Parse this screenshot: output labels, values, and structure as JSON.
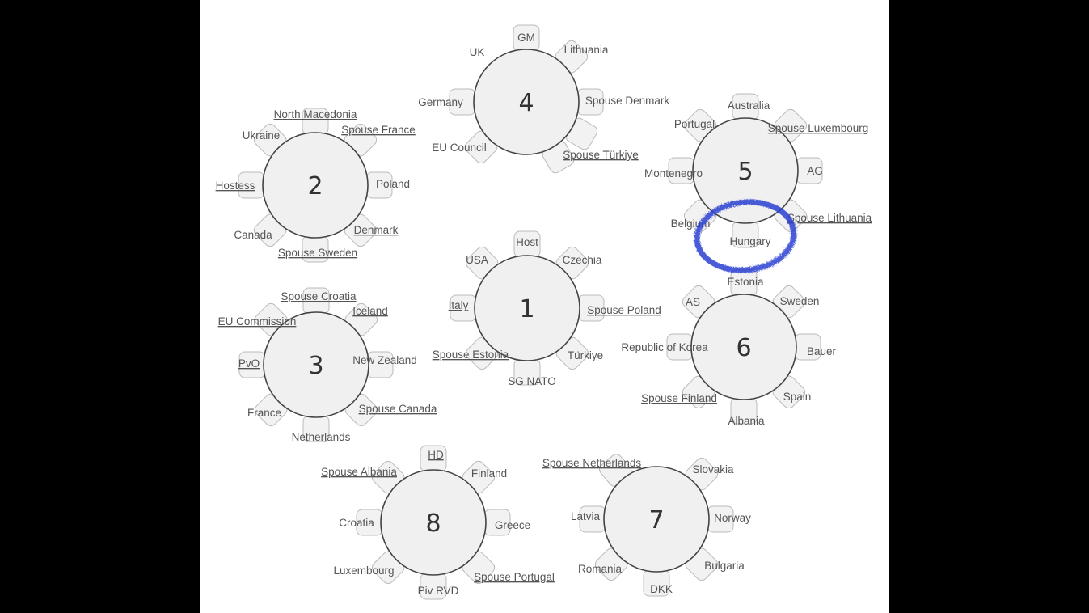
{
  "highlight": {
    "color": "#2b3fd1",
    "marks_seat": "Hungary"
  },
  "colors": {
    "table_fill": "#f0f0f0",
    "table_stroke": "#444444",
    "chair_fill": "#f2f2f2",
    "chair_stroke": "#bbbbbb",
    "label": "#555555"
  },
  "tables": [
    {
      "number": "1",
      "seats": [
        {
          "name": "Host",
          "underlined": false
        },
        {
          "name": "Czechia",
          "underlined": false
        },
        {
          "name": "Spouse Poland",
          "underlined": true
        },
        {
          "name": "Türkiye",
          "underlined": false
        },
        {
          "name": "SG NATO",
          "underlined": false
        },
        {
          "name": "Spouse Estonia",
          "underlined": true
        },
        {
          "name": "Italy",
          "underlined": true
        },
        {
          "name": "USA",
          "underlined": false
        }
      ]
    },
    {
      "number": "2",
      "seats": [
        {
          "name": "North Macedonia",
          "underlined": true
        },
        {
          "name": "Spouse France",
          "underlined": true
        },
        {
          "name": "Poland",
          "underlined": false
        },
        {
          "name": "Denmark",
          "underlined": true
        },
        {
          "name": "Spouse Sweden",
          "underlined": true
        },
        {
          "name": "Canada",
          "underlined": false
        },
        {
          "name": "Hostess",
          "underlined": true
        },
        {
          "name": "Ukraine",
          "underlined": false
        }
      ]
    },
    {
      "number": "3",
      "seats": [
        {
          "name": "Spouse Croatia",
          "underlined": true
        },
        {
          "name": "Iceland",
          "underlined": true
        },
        {
          "name": "New Zealand",
          "underlined": false
        },
        {
          "name": "Spouse Canada",
          "underlined": true
        },
        {
          "name": "Netherlands",
          "underlined": false
        },
        {
          "name": "France",
          "underlined": false
        },
        {
          "name": "PvO",
          "underlined": true
        },
        {
          "name": "EU Commission",
          "underlined": true
        }
      ]
    },
    {
      "number": "4",
      "seats": [
        {
          "name": "GM",
          "underlined": false
        },
        {
          "name": "Lithuania",
          "underlined": false
        },
        {
          "name": "Spouse Denmark",
          "underlined": false
        },
        {
          "name": "Spouse Türkiye",
          "underlined": true
        },
        {
          "name": "EU Council",
          "underlined": false
        },
        {
          "name": "Germany",
          "underlined": false
        },
        {
          "name": "UK",
          "underlined": false
        }
      ]
    },
    {
      "number": "5",
      "seats": [
        {
          "name": "Australia",
          "underlined": false
        },
        {
          "name": "Spouse Luxembourg",
          "underlined": true
        },
        {
          "name": "AG",
          "underlined": false
        },
        {
          "name": "Spouse Lithuania",
          "underlined": true
        },
        {
          "name": "Hungary",
          "underlined": false
        },
        {
          "name": "Belgium",
          "underlined": false
        },
        {
          "name": "Montenegro",
          "underlined": false
        },
        {
          "name": "Portugal",
          "underlined": false
        }
      ]
    },
    {
      "number": "6",
      "seats": [
        {
          "name": "Estonia",
          "underlined": false
        },
        {
          "name": "Sweden",
          "underlined": false
        },
        {
          "name": "Bauer",
          "underlined": false
        },
        {
          "name": "Spain",
          "underlined": false
        },
        {
          "name": "Albania",
          "underlined": false
        },
        {
          "name": "Spouse Finland",
          "underlined": true
        },
        {
          "name": "Republic of Korea",
          "underlined": false
        },
        {
          "name": "AS",
          "underlined": false
        }
      ]
    },
    {
      "number": "7",
      "seats": [
        {
          "name": "Spouse Netherlands",
          "underlined": true
        },
        {
          "name": "Slovakia",
          "underlined": false
        },
        {
          "name": "Norway",
          "underlined": false
        },
        {
          "name": "Bulgaria",
          "underlined": false
        },
        {
          "name": "DKK",
          "underlined": false
        },
        {
          "name": "Romania",
          "underlined": false
        },
        {
          "name": "Latvia",
          "underlined": false
        }
      ]
    },
    {
      "number": "8",
      "seats": [
        {
          "name": "HD",
          "underlined": true
        },
        {
          "name": "Finland",
          "underlined": false
        },
        {
          "name": "Greece",
          "underlined": false
        },
        {
          "name": "Spouse Portugal",
          "underlined": true
        },
        {
          "name": "Piv RVD",
          "underlined": false
        },
        {
          "name": "Luxembourg",
          "underlined": false
        },
        {
          "name": "Croatia",
          "underlined": false
        },
        {
          "name": "Spouse Albania",
          "underlined": true
        }
      ]
    }
  ]
}
